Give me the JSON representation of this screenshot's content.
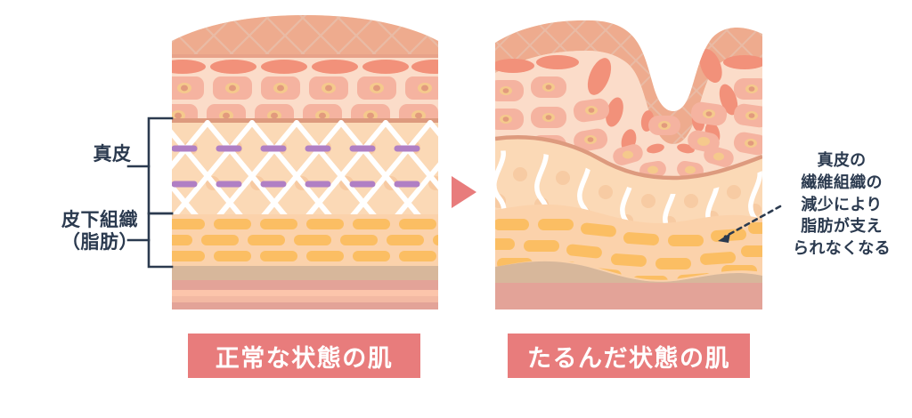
{
  "diagram": {
    "title_note": "skin cross-section comparison",
    "labels": {
      "dermis": "真皮",
      "subcutaneous": "皮下組織\n（脂肪）"
    },
    "callout": {
      "text": "真皮の\n繊維組織の\n減少により\n脂肪が支え\nられなくなる"
    },
    "captions": {
      "left": "正常な状態の肌",
      "right": "たるんだ状態の肌"
    },
    "arrow": {
      "name": "transition-arrow",
      "direction": "right"
    },
    "colors": {
      "caption_bg": "#e87c7c",
      "caption_text": "#ffffff",
      "label_text": "#2b3a4f",
      "bracket": "#2b3a4f",
      "epidermis_top": "#eeab8e",
      "epidermis_mid": "#fad9c5",
      "cell_ellipse": "#f2917a",
      "cell_block": "#f5b3a0",
      "cell_nucleus": "#f5c98c",
      "dermis_bg": "#fbd9b6",
      "dermis_line": "#dd9a7e",
      "fiber_white": "#ffffff",
      "fiber_dash_purple": "#b07fc4",
      "fat_bg": "#fbd2ab",
      "fat_bar": "#fbbe63",
      "muscle_tan": "#d7b79b",
      "muscle_pink_dark": "#e3a398",
      "muscle_pink_light": "#fcc5ab",
      "arrow_fill": "#e87c7c"
    },
    "panels": [
      {
        "name": "normal-skin-panel",
        "state": "normal",
        "dermis_fiber_style": "x-lattice",
        "has_purple_dashes": true,
        "surface": "smooth-convex"
      },
      {
        "name": "sagging-skin-panel",
        "state": "sagging",
        "dermis_fiber_style": "wavy",
        "has_purple_dashes": false,
        "surface": "v-furrow"
      }
    ]
  }
}
